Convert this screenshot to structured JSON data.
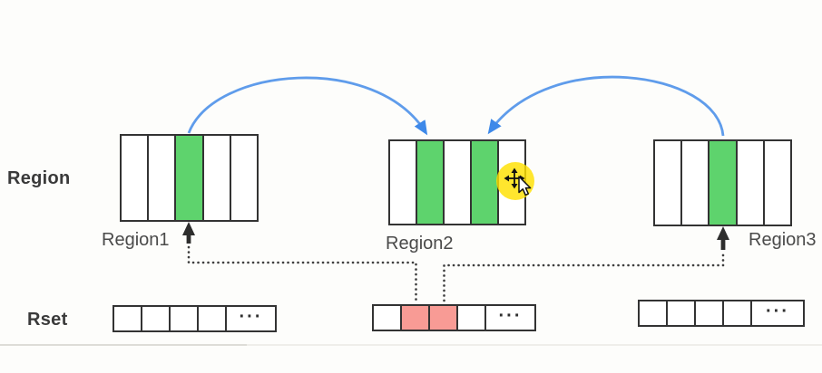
{
  "colors": {
    "green": "#5ed36d",
    "pink": "#f89b95",
    "blue_arc": "#5f9ceb",
    "blue_arrow": "#3e89e9",
    "box_border": "#333333",
    "dotted": "#3d3d3d",
    "black_arrow": "#2d2d2d",
    "highlight": "#ffe000",
    "label_text": "#3a3a3a",
    "caption_text": "#4a4a4a"
  },
  "row_labels": {
    "region": "Region",
    "rset": "Rset"
  },
  "regions": [
    {
      "name": "Region1",
      "cells": [
        "white",
        "white",
        "green",
        "white",
        "white"
      ]
    },
    {
      "name": "Region2",
      "cells": [
        "white",
        "green",
        "white",
        "green",
        "white"
      ]
    },
    {
      "name": "Region3",
      "cells": [
        "white",
        "white",
        "green",
        "white",
        "white"
      ]
    }
  ],
  "rsets": [
    {
      "cells": [
        "white",
        "white",
        "white",
        "white"
      ],
      "ellipsis": "···"
    },
    {
      "cells": [
        "white",
        "pink",
        "pink",
        "white"
      ],
      "ellipsis": "···"
    },
    {
      "cells": [
        "white",
        "white",
        "white",
        "white"
      ],
      "ellipsis": "···"
    }
  ],
  "cursor": {
    "type": "move-cross-with-pointer",
    "highlight": "yellow-circle"
  }
}
